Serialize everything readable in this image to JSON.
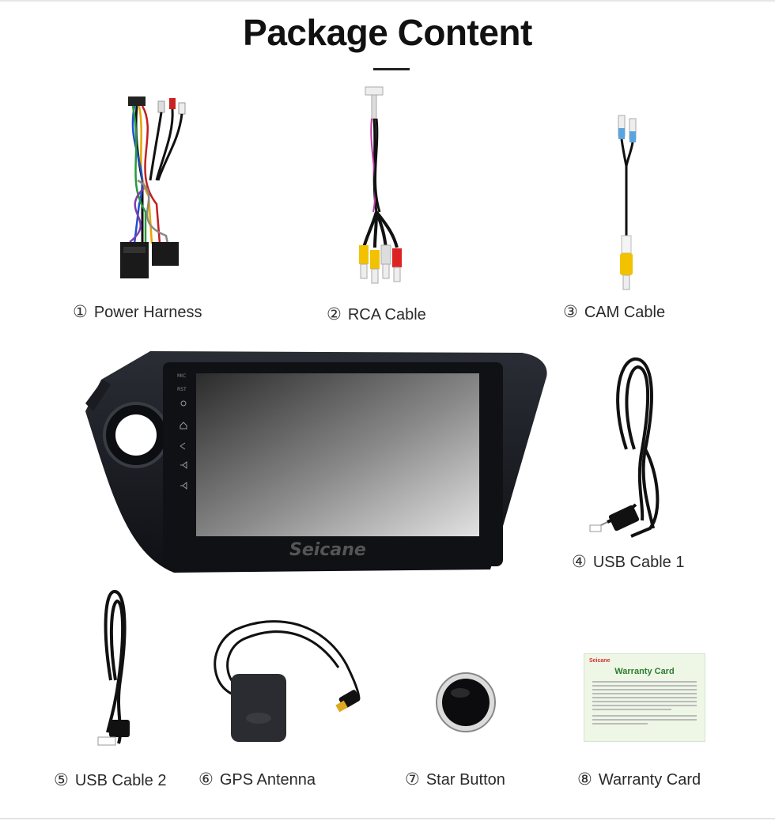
{
  "title": "Package Content",
  "items": [
    {
      "num": "①",
      "label": "Power Harness",
      "icon": "wire-harness-icon"
    },
    {
      "num": "②",
      "label": "RCA Cable",
      "icon": "rca-cable-icon"
    },
    {
      "num": "③",
      "label": "CAM Cable",
      "icon": "camera-cable-icon"
    },
    {
      "num": "④",
      "label": "USB Cable 1",
      "icon": "usb-cable-icon"
    },
    {
      "num": "⑤",
      "label": "USB Cable 2",
      "icon": "usb-cable-icon"
    },
    {
      "num": "⑥",
      "label": "GPS Antenna",
      "icon": "gps-antenna-icon"
    },
    {
      "num": "⑦",
      "label": "Star Button",
      "icon": "star-button-icon"
    },
    {
      "num": "⑧",
      "label": "Warranty Card",
      "icon": "warranty-card-icon"
    }
  ],
  "head_unit": {
    "brand": "Seicane",
    "side_labels": [
      "MIC",
      "RST"
    ]
  },
  "warranty_card": {
    "brand": "Seicane",
    "heading": "Warranty Card"
  },
  "colors": {
    "accent_green": "#2e7d32",
    "brand_red": "#d32f2f",
    "rca_yellow": "#f2c200",
    "rca_red": "#d22",
    "card_bg": "#eef6e6"
  }
}
